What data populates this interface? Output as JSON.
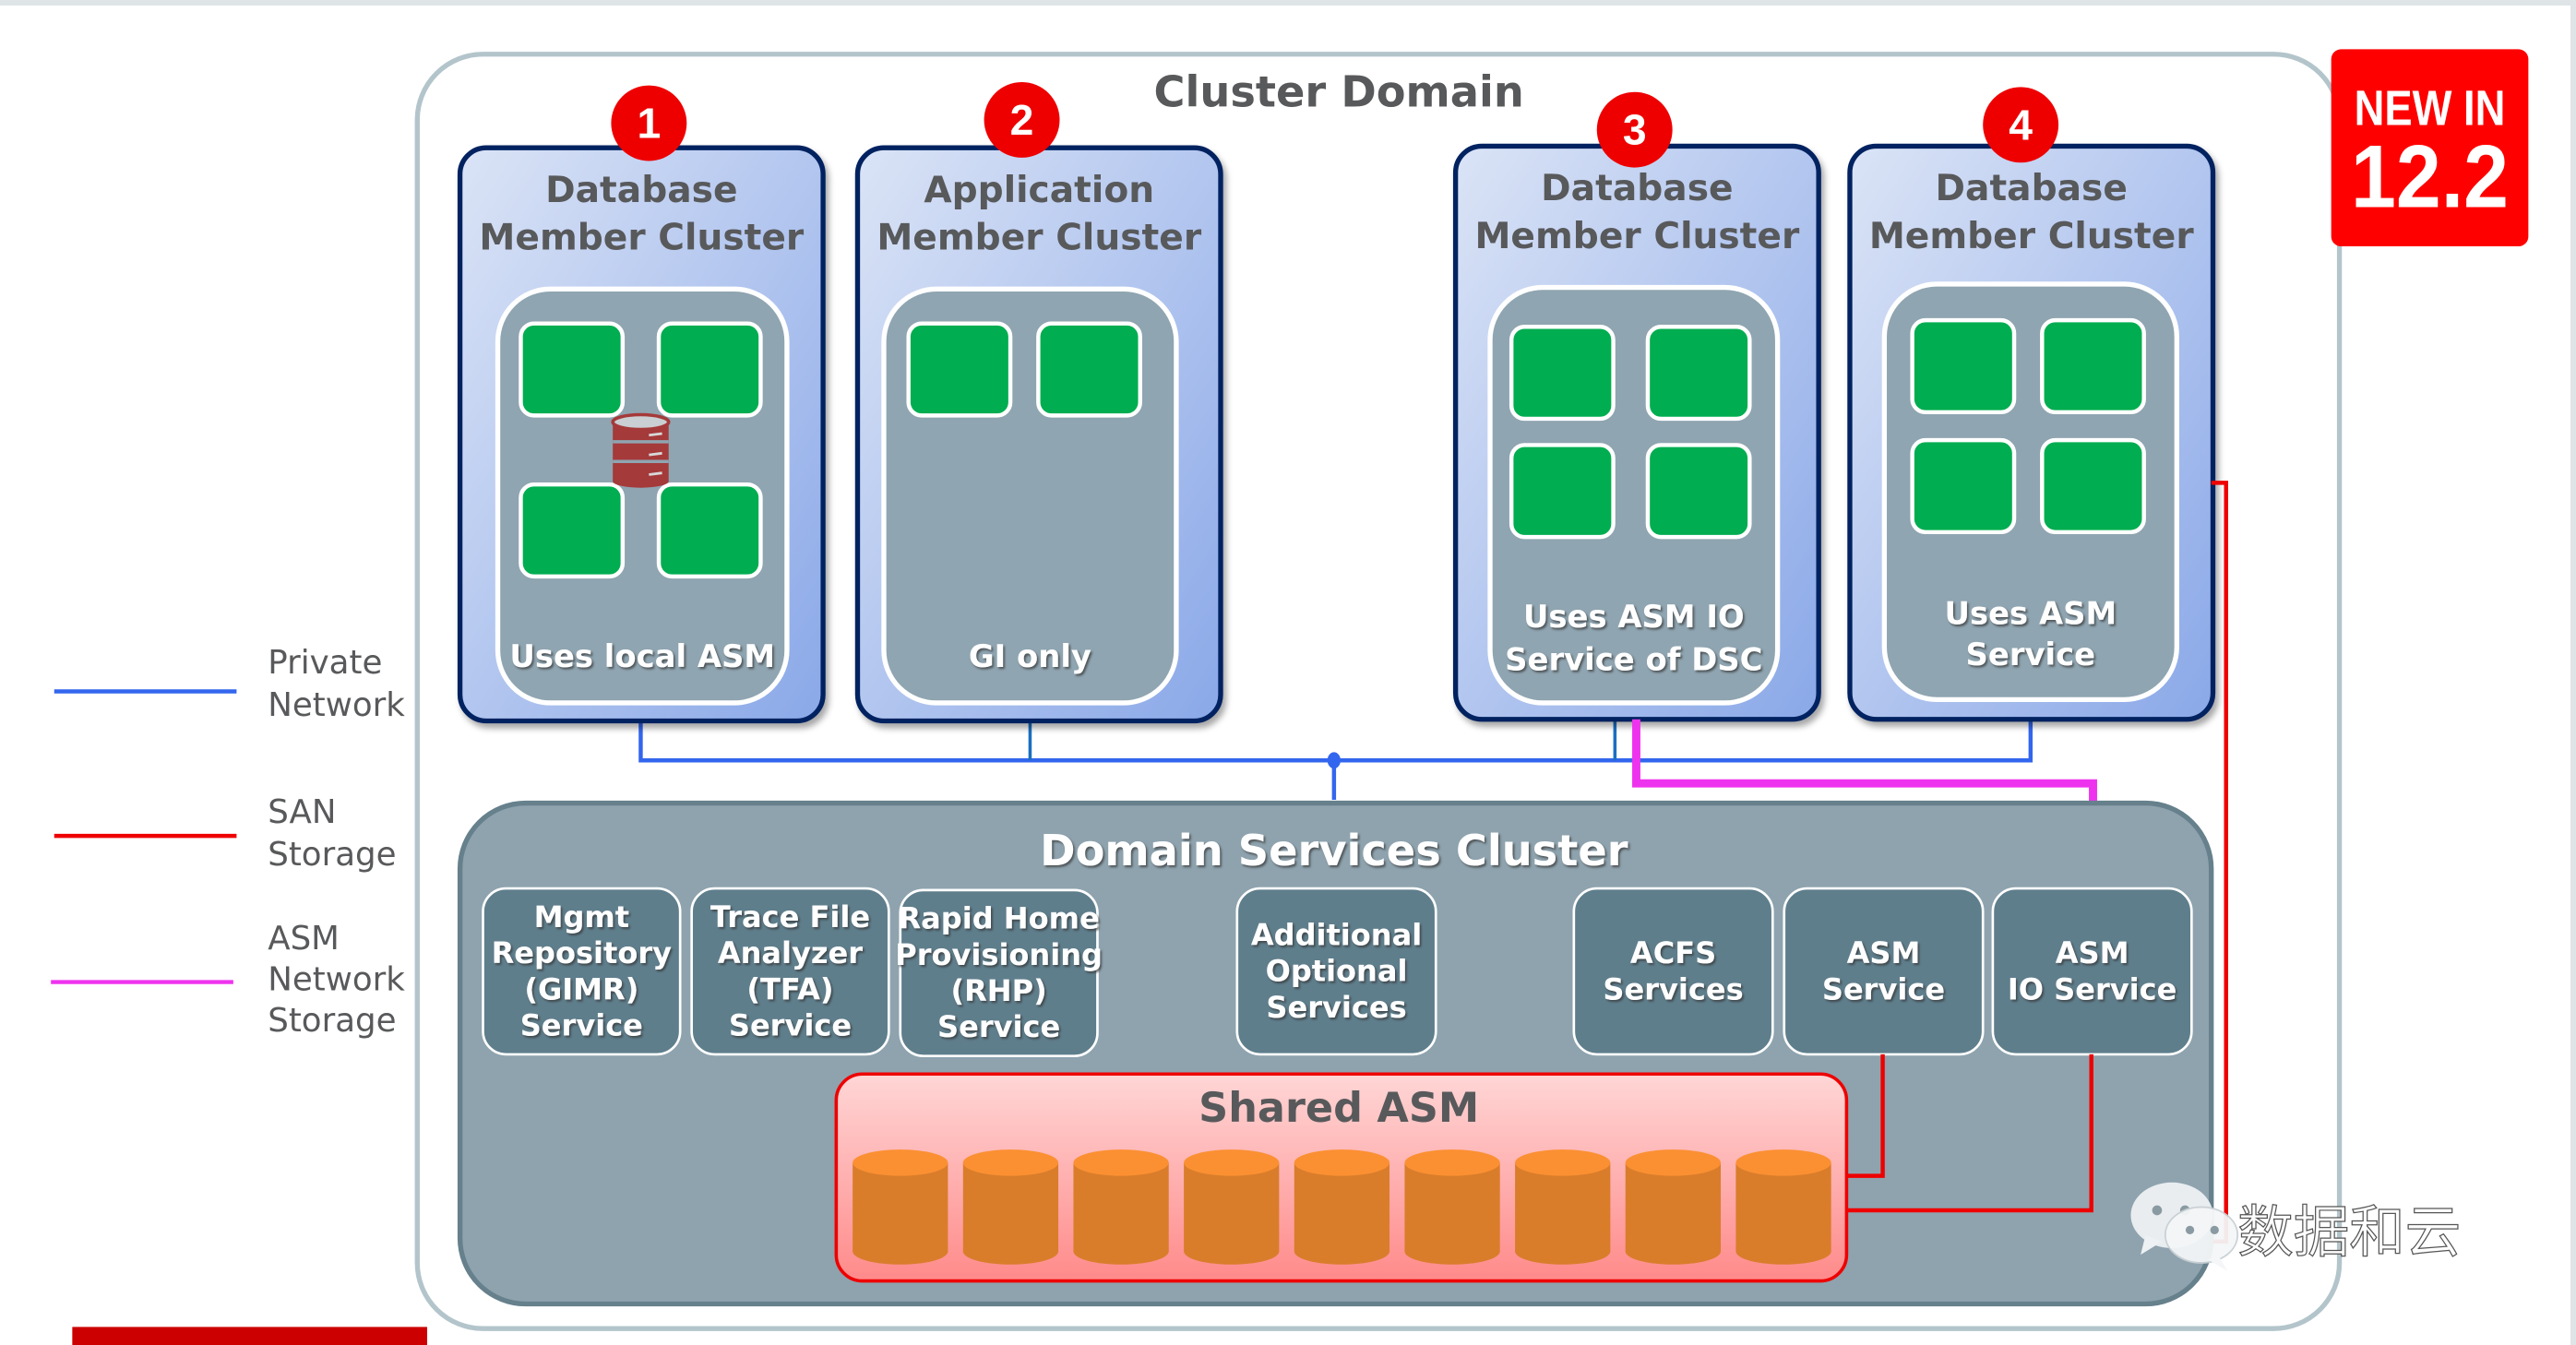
{
  "title": "Cluster Domain",
  "badge": {
    "line1": "NEW IN",
    "line2": "12.2",
    "color": "#ff0000"
  },
  "legend": [
    {
      "id": "private-network",
      "lines": [
        "Private",
        "Network"
      ],
      "color": "#3366ee"
    },
    {
      "id": "san-storage",
      "lines": [
        "SAN",
        "Storage"
      ],
      "color": "#ee0000"
    },
    {
      "id": "asm-network-storage",
      "lines": [
        "ASM",
        "Network",
        "Storage"
      ],
      "color": "#ee33ee"
    }
  ],
  "member_clusters": [
    {
      "number": "1",
      "title": [
        "Database",
        "Member Cluster"
      ],
      "caption": [
        "Uses local ASM"
      ],
      "nodes": 4,
      "has_db_icon": true
    },
    {
      "number": "2",
      "title": [
        "Application",
        "Member Cluster"
      ],
      "caption": [
        "GI only"
      ],
      "nodes": 2,
      "has_db_icon": false
    },
    {
      "number": "3",
      "title": [
        "Database",
        "Member Cluster"
      ],
      "caption": [
        "Uses ASM IO",
        "Service of  DSC"
      ],
      "nodes": 4,
      "has_db_icon": false
    },
    {
      "number": "4",
      "title": [
        "Database",
        "Member Cluster"
      ],
      "caption": [
        "Uses ASM",
        "Service"
      ],
      "nodes": 4,
      "has_db_icon": false
    }
  ],
  "dsc": {
    "title": "Domain Services Cluster",
    "services": [
      {
        "lines": [
          "Mgmt",
          "Repository",
          "(GIMR)",
          "Service"
        ]
      },
      {
        "lines": [
          "Trace File",
          "Analyzer",
          "(TFA)",
          "Service"
        ]
      },
      {
        "lines": [
          "Rapid Home",
          "Provisioning",
          "(RHP)",
          "Service"
        ]
      },
      {
        "lines": [
          "Additional",
          "Optional",
          "Services"
        ]
      },
      {
        "lines": [
          "ACFS",
          "Services"
        ]
      },
      {
        "lines": [
          "ASM",
          "Service"
        ]
      },
      {
        "lines": [
          "ASM",
          "IO Service"
        ]
      }
    ],
    "shared_asm": {
      "title": "Shared ASM",
      "disk_count": 9
    }
  },
  "watermark": {
    "text": "数据和云",
    "icon": "wechat-icon"
  },
  "colors": {
    "node_green": "#00ad50",
    "member_bg_light": "#d5e0f5",
    "member_bg_dark": "#8eacea",
    "member_border": "#002060",
    "inner_grey": "#8fa5b1",
    "dsc_grey": "#8ea3ae",
    "service_box": "#5f7e8c",
    "disk_orange": "#d97d2b",
    "disk_top": "#fb9032",
    "badge_red": "#ff0000",
    "footer_bar": "#cc0000"
  }
}
